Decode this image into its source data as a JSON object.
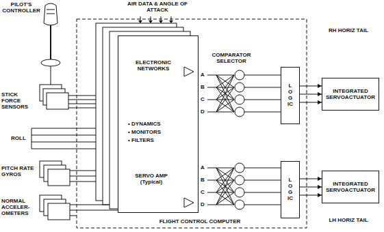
{
  "diagram": {
    "nodes": [
      {
        "text": [
          "FLIGHT CONTROL COMPUTER"
        ]
      },
      {
        "text": [
          "ELECTRONIC NETWORKS",
          "• DYNAMICS",
          "• MONITORS",
          "• FILTERS",
          "SERVO AMP (Typical)"
        ],
        "in": 0
      },
      {
        "text": [
          "LOGIC"
        ],
        "in": 0
      },
      {
        "text": [
          "LOGIC"
        ],
        "in": 0
      },
      {
        "text": [
          "INTEGRATED SERVOACTUATOR"
        ]
      },
      {
        "text": [
          "INTEGRATED SERVOACTUATOR"
        ]
      }
    ],
    "edges": [
      {
        "from": 2,
        "to": 4,
        "arrow": "to"
      },
      {
        "from": 2,
        "to": 4,
        "arrow": "to"
      },
      {
        "from": 2,
        "to": 4,
        "arrow": "to"
      },
      {
        "from": 3,
        "to": 5,
        "arrow": "to"
      },
      {
        "from": 3,
        "to": 5,
        "arrow": "to"
      },
      {
        "from": 3,
        "to": 5,
        "arrow": "to"
      }
    ],
    "labels": [
      "PILOT'S CONTROLLER",
      "AIR DATA & ANGLE OF ATTACK",
      "STICK FORCE SENSORS",
      "ROLL",
      "PITCH RATE GYROS",
      "NORMAL ACCELER- OMETERS",
      "COMPARATOR SELECTOR",
      "A",
      "B",
      "C",
      "D",
      "A",
      "B",
      "C",
      "D",
      "RH HORIZ TAIL",
      "LH HORIZ TAIL"
    ]
  }
}
